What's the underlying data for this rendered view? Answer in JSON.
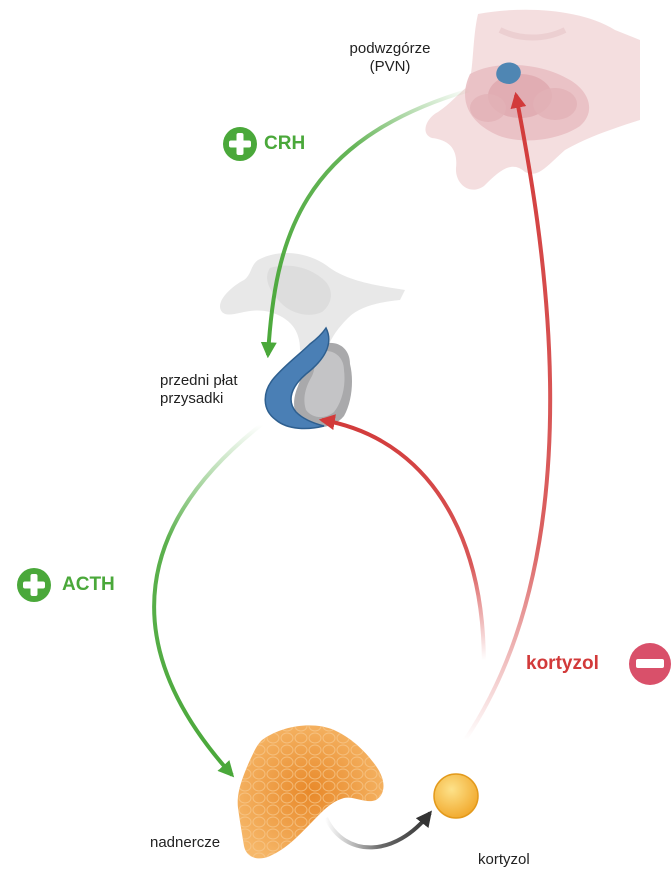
{
  "labels": {
    "hypothalamus_line1": "podwzgórze",
    "hypothalamus_line2": "(PVN)",
    "pituitary_line1": "przedni płat",
    "pituitary_line2": "przysadki",
    "adrenal": "nadnercze",
    "cortisol_molecule": "kortyzol"
  },
  "signals": {
    "crh": "CRH",
    "acth": "ACTH",
    "cortisol_feedback": "kortyzol"
  },
  "icons": {
    "stimulation": "plus-circle-icon",
    "inhibition": "minus-circle-icon"
  },
  "colors": {
    "stimulation": "#4aa83a",
    "inhibition": "#d23a3a",
    "inhibition_icon": "#d9506a",
    "pituitary_lobe": "#4a7fb5",
    "adrenal": "#f0a040",
    "cortisol": "#f5bb3a"
  }
}
